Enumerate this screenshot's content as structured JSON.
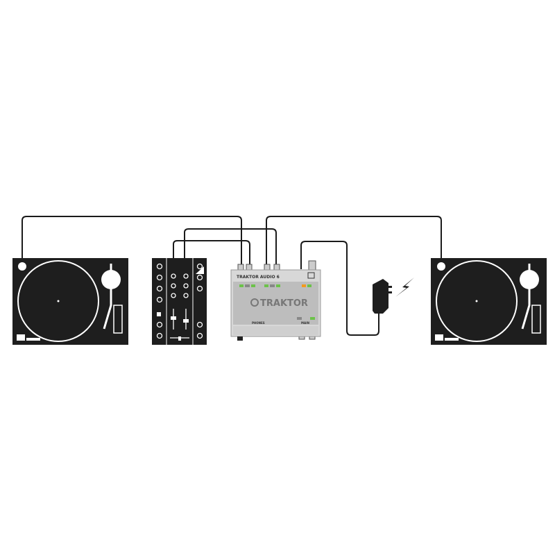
{
  "device": {
    "brand_label": "TRAKTOR AUDIO 6",
    "logo_text": "TRAKTOR",
    "phones_label": "PHONES",
    "main_label": "MAIN"
  },
  "colors": {
    "device_body": "#bfbfbf",
    "equipment": "#1e1e1e",
    "led_green": "#6cc24a",
    "led_orange": "#f39a1e",
    "cable": "#1a1a1a"
  },
  "icons": [
    "turntable",
    "mixer",
    "audio-interface",
    "power-adapter",
    "lightning-bolt"
  ]
}
